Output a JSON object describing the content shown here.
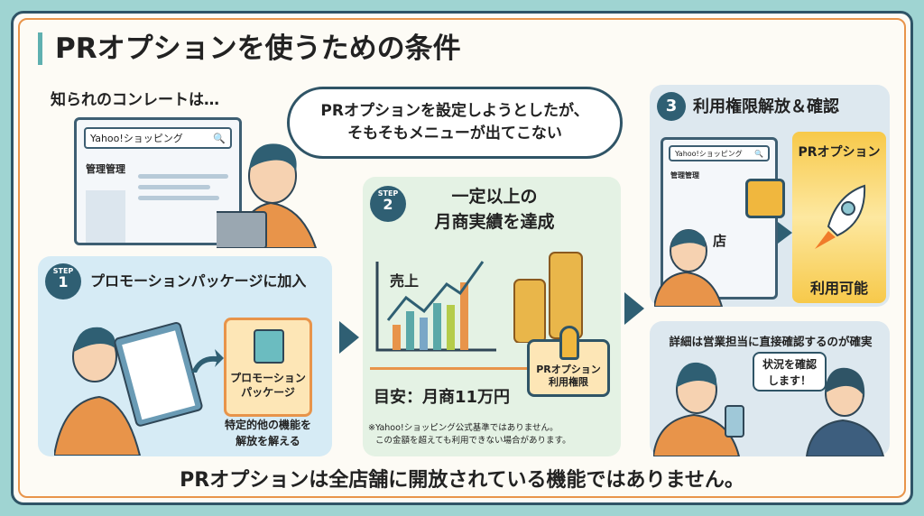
{
  "title": "PRオプションを使うための条件",
  "intro": {
    "caption": "知られのコンレートは…",
    "browser": {
      "search_text": "Yahoo!ショッピング",
      "menu_label": "管理管理"
    },
    "thought_line1": "PRオプションを設定しようとしたが、",
    "thought_line2": "そもそもメニューが出てこない"
  },
  "step1": {
    "badge_word": "STEP",
    "badge_number": "1",
    "heading": "プロモーションパッケージに加入",
    "package_line1": "プロモーション",
    "package_line2": "パッケージ",
    "note_line1": "特定的他の機能を",
    "note_line2": "解放を解える"
  },
  "step2": {
    "badge_word": "STEP",
    "badge_number": "2",
    "heading_line1": "一定以上の",
    "heading_line2": "月商実績を達成",
    "chart_label": "売上",
    "target": "目安：月商11万円",
    "lock_line1": "PRオプション",
    "lock_line2": "利用権限",
    "disclaimer_line1": "※Yahoo!ショッピング公式基準ではありません。",
    "disclaimer_line2": "この金額を超えても利用できない場合があります。"
  },
  "step3": {
    "badge_number": "3",
    "heading": "利用権限解放＆確認",
    "browser": {
      "search_text": "Yahoo!ショッピング",
      "menu_label": "管理管理"
    },
    "store_label": "店",
    "option_title": "PRオプション",
    "option_status": "利用可能"
  },
  "contact": {
    "heading": "詳細は営業担当に直接確認するのが確実",
    "speech_line1": "状況を確認",
    "speech_line2": "します！"
  },
  "footer": "PRオプションは全店舗に開放されている機能ではありません。",
  "colors": {
    "background": "#9fd4d2",
    "accent_orange": "#e8944a",
    "navy": "#2f5f73",
    "step1_panel": "#d6ebf5",
    "step2_panel": "#e4f2e4",
    "step3_panel": "#dde8ef",
    "option_yellow": "#f7c94a"
  }
}
